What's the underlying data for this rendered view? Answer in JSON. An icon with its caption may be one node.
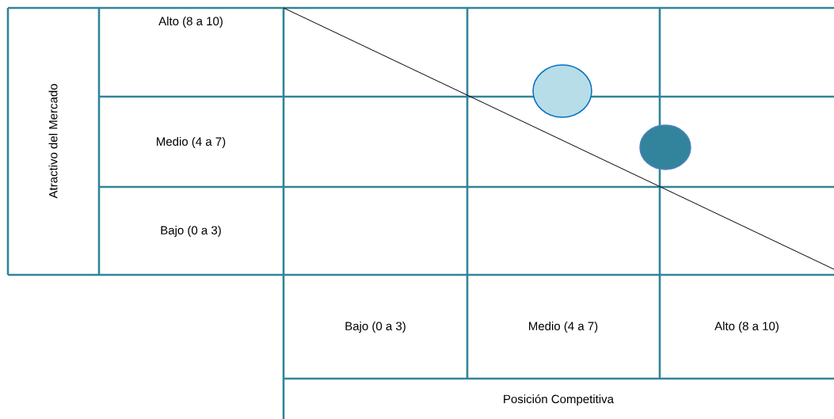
{
  "diagram": {
    "nodes": [
      {
        "text": [],
        "shape": "circle"
      },
      {
        "text": [],
        "shape": "circle"
      }
    ],
    "labels": [
      "Atractivo del Mercado",
      "Alto (8 a 10)",
      "Medio (4 a 7)",
      "Bajo (0 a 3)",
      "Bajo (0 a 3)",
      "Medio (4 a 7)",
      "Alto (8 a 10)",
      "Posición Competitiva"
    ]
  }
}
